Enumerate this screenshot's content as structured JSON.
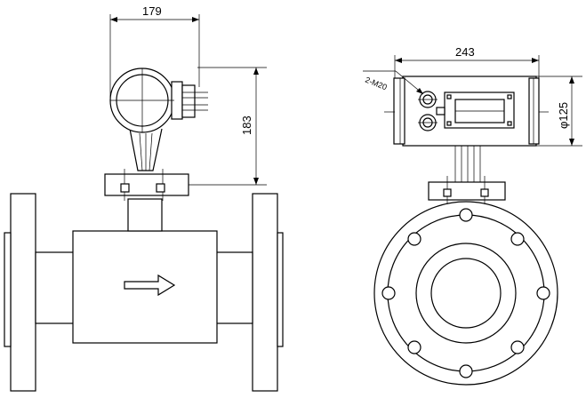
{
  "labels": {
    "width_179": "179",
    "height_183": "183",
    "width_243": "243",
    "diameter_125": "φ125",
    "thread_2m20": "2-M20"
  }
}
